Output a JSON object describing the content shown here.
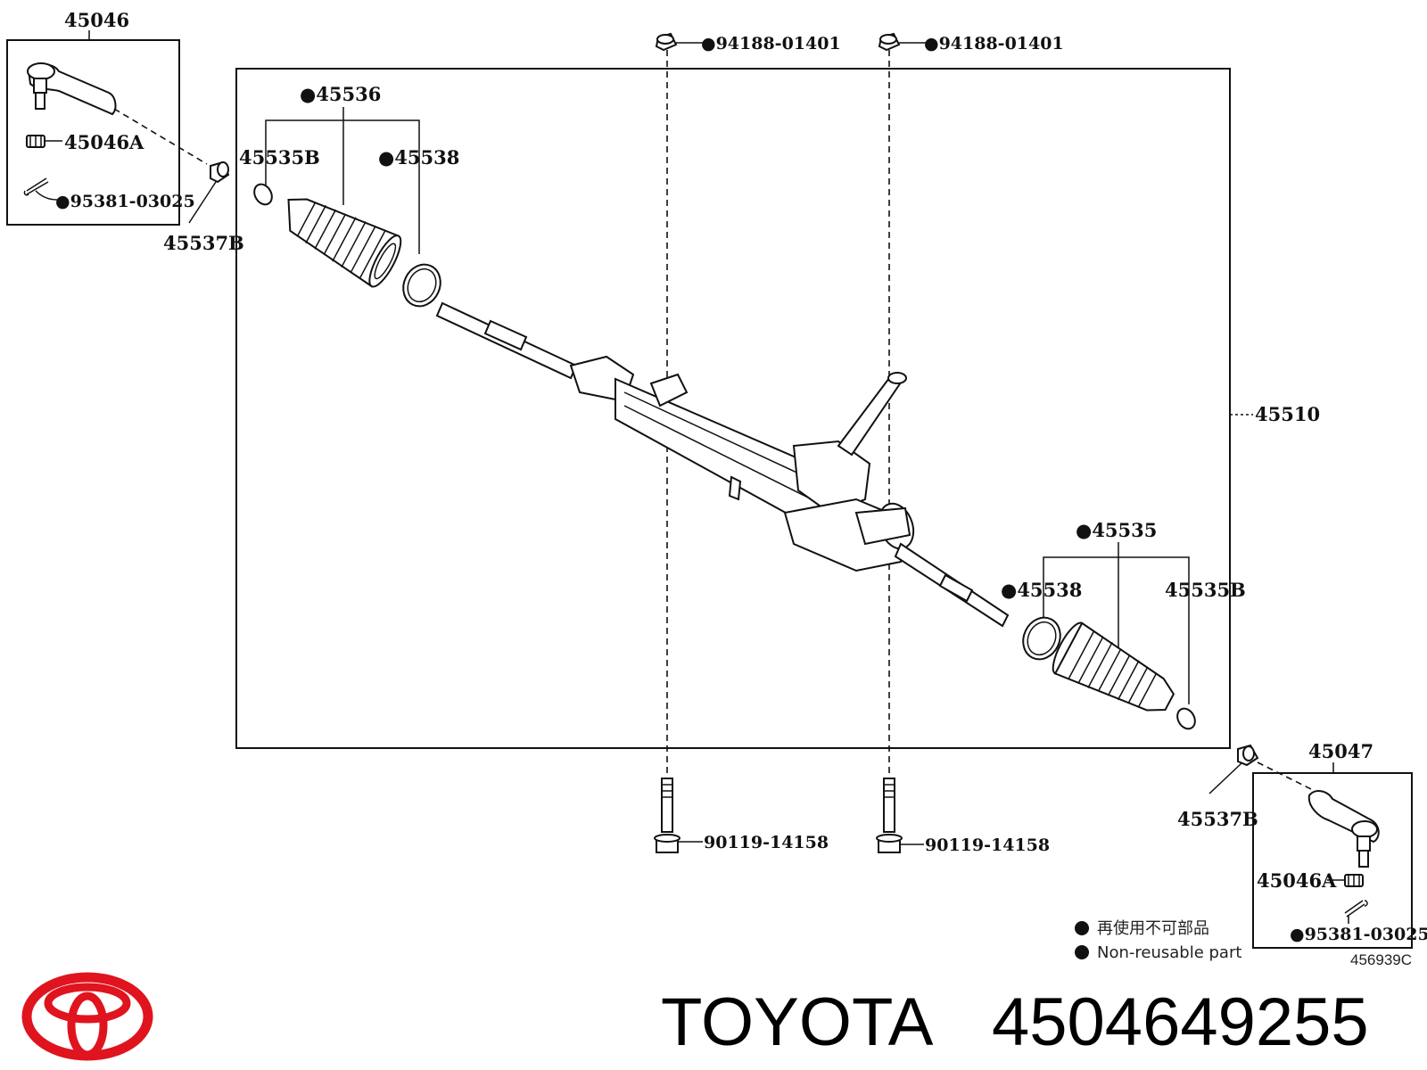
{
  "parts": {
    "tie_rod_end_lh": "45046",
    "tie_rod_end_rh": "45047",
    "nut_lh": "45046A",
    "nut_rh": "45046A",
    "cotter_pin_lh": "●95381-03025",
    "cotter_pin_rh": "●95381-03025",
    "cap_lh": "45537B",
    "cap_rh": "45537B",
    "boot_lh": "●45536",
    "boot_rh": "●45535",
    "clip_lh": "45535B",
    "clip_rh": "45535B",
    "clamp_lh": "●45538",
    "clamp_rh": "●45538",
    "gear_assembly": "45510",
    "nut_top_1": "●94188-01401",
    "nut_top_2": "●94188-01401",
    "bolt_1": "90119-14158",
    "bolt_2": "90119-14158"
  },
  "legend": {
    "jp": "再使用不可部品",
    "en": "Non-reusable part"
  },
  "diagram_code": "456939C",
  "brand": {
    "name": "TOYOTA",
    "part_number": "4504649255",
    "logo_color": "#e0141e"
  }
}
